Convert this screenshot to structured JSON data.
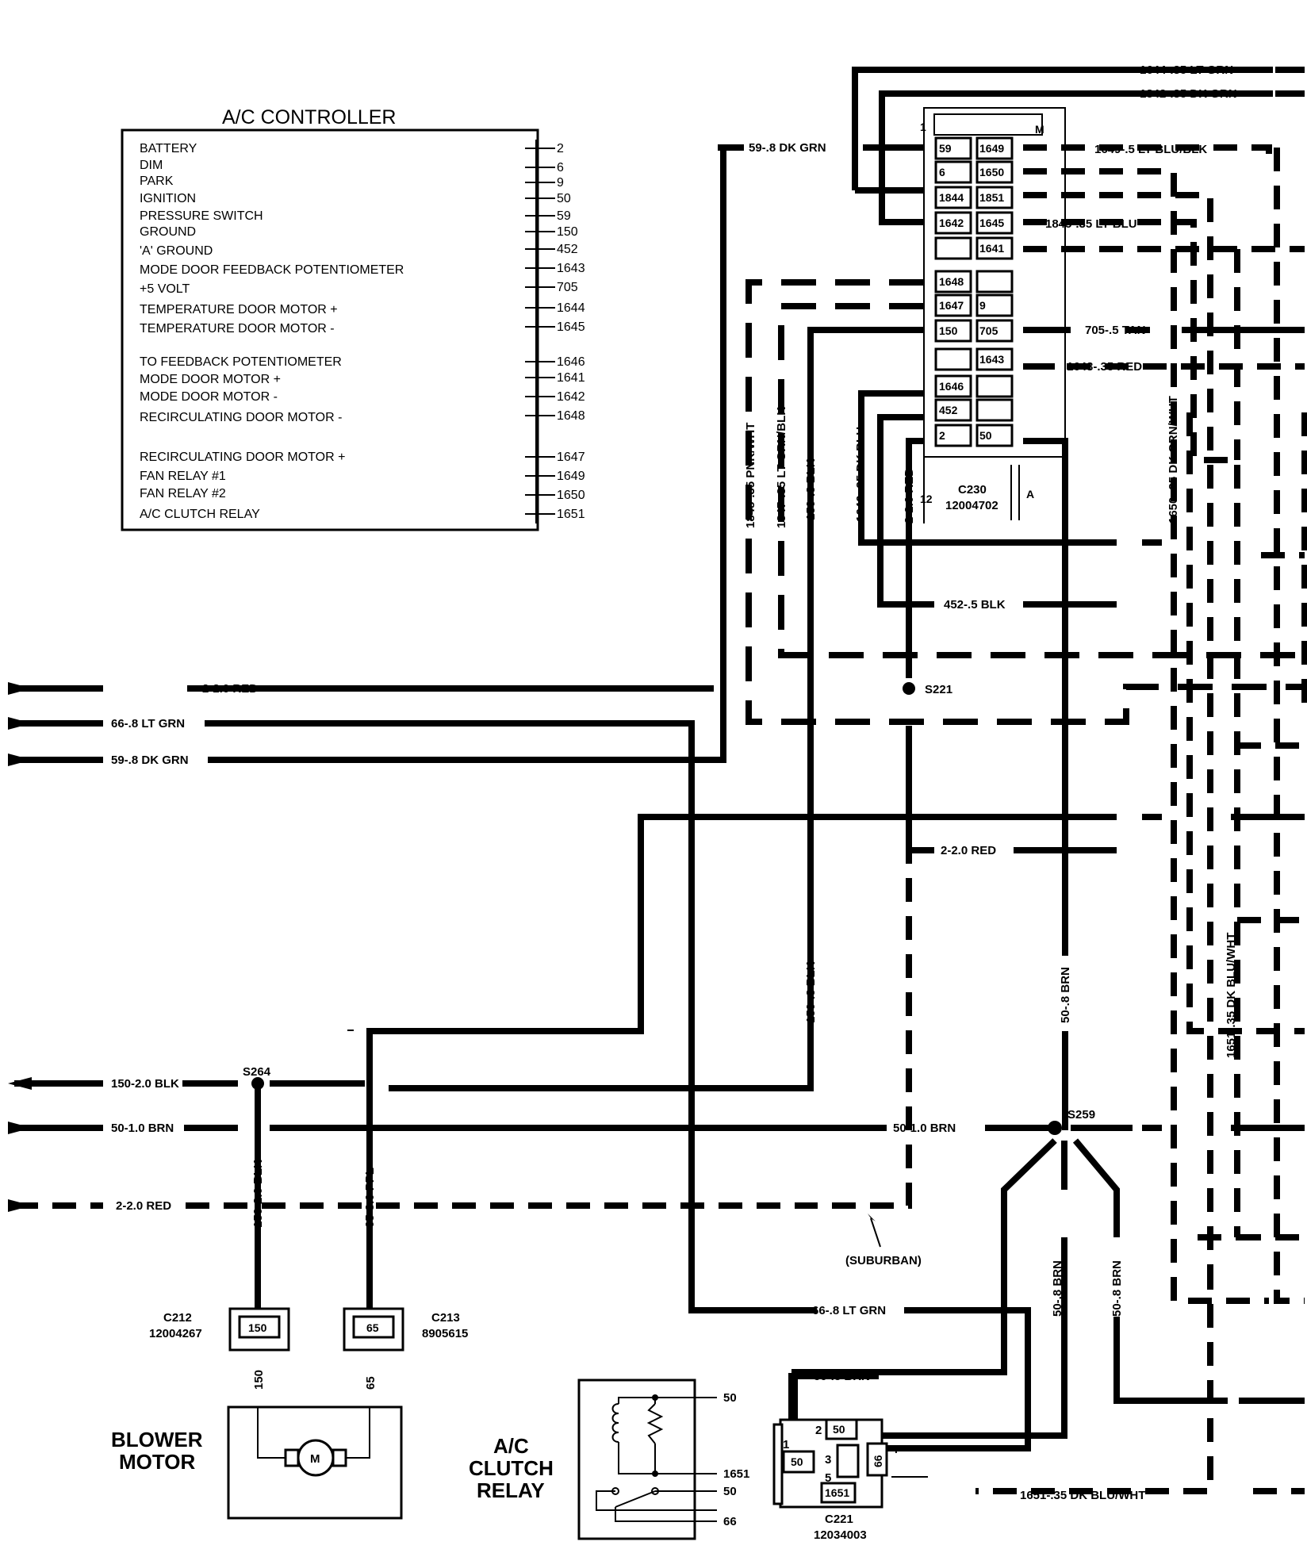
{
  "controller": {
    "title": "A/C CONTROLLER",
    "functions": [
      {
        "label": "BATTERY",
        "pin": "2"
      },
      {
        "label": "DIM",
        "pin": "6"
      },
      {
        "label": "PARK",
        "pin": "9"
      },
      {
        "label": "IGNITION",
        "pin": "50"
      },
      {
        "label": "PRESSURE SWITCH",
        "pin": "59"
      },
      {
        "label": "GROUND",
        "pin": "150"
      },
      {
        "label": "'A' GROUND",
        "pin": "452"
      },
      {
        "label": "MODE DOOR FEEDBACK POTENTIOMETER",
        "pin": "1643"
      },
      {
        "label": "+5 VOLT",
        "pin": "705"
      },
      {
        "label": "TEMPERATURE DOOR MOTOR +",
        "pin": "1644"
      },
      {
        "label": "TEMPERATURE DOOR MOTOR -",
        "pin": "1645"
      },
      {
        "label": "TO FEEDBACK POTENTIOMETER",
        "pin": "1646"
      },
      {
        "label": "MODE DOOR MOTOR +",
        "pin": "1641"
      },
      {
        "label": "MODE DOOR MOTOR -",
        "pin": "1642"
      },
      {
        "label": "RECIRCULATING DOOR MOTOR -",
        "pin": "1648"
      },
      {
        "label": "RECIRCULATING DOOR MOTOR +",
        "pin": "1647"
      },
      {
        "label": "FAN RELAY #1",
        "pin": "1649"
      },
      {
        "label": "FAN RELAY #2",
        "pin": "1650"
      },
      {
        "label": "A/C CLUTCH RELAY",
        "pin": "1651"
      }
    ]
  },
  "connector_c230": {
    "id": "C230",
    "part": "12004702",
    "corner_labels": [
      "1",
      "M",
      "12",
      "A"
    ],
    "pins_left": [
      "59",
      "6",
      "1844",
      "1642",
      "",
      "1648",
      "1647",
      "150",
      "",
      "1646",
      "452",
      "2"
    ],
    "pins_right": [
      "1649",
      "1650",
      "1851",
      "1645",
      "1641",
      "",
      "9",
      "705",
      "1643",
      "",
      "",
      "50"
    ]
  },
  "wire_labels": {
    "w1644": "1644-.35 LT GRN",
    "w1642": "1842-.35 DK GRN",
    "w59_top": "59-.8 DK GRN",
    "w1649": "1649-.5 LT BLU/BLK",
    "w1645": "1845-.35 LT BLU",
    "w705": "705-.5 TAN",
    "w1643": "1643-.35 RED",
    "w1648": "1848-.35 PNK/WHT",
    "w1647": "1847-.35 LT GRN/BLK",
    "w150_v1": "150-.8 BLK",
    "w1646": "1646-.35 DK BLU",
    "w2_v": "2-2.0 RED",
    "w1650": "1650-.35 DK GRN/WHT",
    "w452": "452-.5 BLK",
    "in_2red": "2-2.0 RED",
    "in_66": "66-.8 LT GRN",
    "in_59": "59-.8 DK GRN",
    "s221": "S221",
    "w2_mid": "2-2.0 RED",
    "w150_v2": "150-.8 BLK",
    "w50_v1": "50-.8 BRN",
    "w1651_v": "1651-.35 DK BLU/WHT",
    "s264": "S264",
    "out_150": "150-2.0 BLK",
    "in_50": "50-1.0 BRN",
    "in_2red_dash": "2-2.0 RED",
    "w50_h": "50-1.0 BRN",
    "s259": "S259",
    "w150_blower": "150-2.0 BLK",
    "w65": "65-3.0 PPL",
    "suburban": "(SUBURBAN)",
    "w50_v2": "50-.8 BRN",
    "w50_v3": "50-.8 BRN",
    "w66_low": "66-.8 LT GRN",
    "w50_relay": "50-.8 BRN",
    "w1651_low": "1651-.35 DK BLU/WHT"
  },
  "c212": {
    "id": "C212",
    "part": "12004267",
    "pin": "150"
  },
  "c213": {
    "id": "C213",
    "part": "8905615",
    "pin": "65"
  },
  "blower": {
    "title_line1": "BLOWER",
    "title_line2": "MOTOR",
    "pin_left": "150",
    "pin_right": "65",
    "motor_symbol": "M"
  },
  "clutch_relay": {
    "title_line1": "A/C",
    "title_line2": "CLUTCH",
    "title_line3": "RELAY",
    "terminals": [
      "50",
      "1651",
      "50",
      "66"
    ]
  },
  "c221": {
    "id": "C221",
    "part": "12034003",
    "cavities": [
      "1",
      "2",
      "3",
      "4",
      "5"
    ],
    "pins": [
      "50",
      "50",
      "66",
      "1651"
    ]
  }
}
